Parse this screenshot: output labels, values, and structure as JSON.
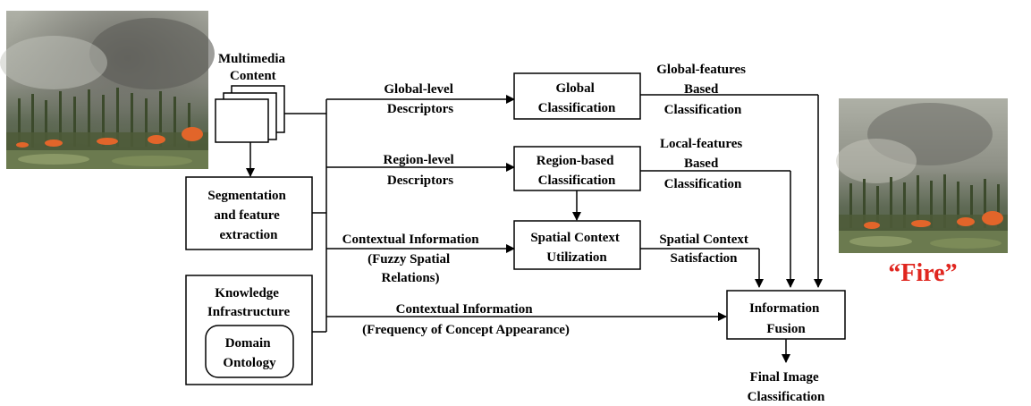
{
  "diagram": {
    "input_label": [
      "Multimedia",
      "Content"
    ],
    "segmentation_box": [
      "Segmentation",
      "and feature",
      "extraction"
    ],
    "knowledge_box": [
      "Knowledge",
      "Infrastructure"
    ],
    "domain_ontology": [
      "Domain",
      "Ontology"
    ],
    "global_descriptors": [
      "Global-level",
      "Descriptors"
    ],
    "region_descriptors": [
      "Region-level",
      "Descriptors"
    ],
    "contextual_fuzzy": [
      "Contextual Information",
      "(Fuzzy Spatial",
      "Relations)"
    ],
    "contextual_frequency": [
      "Contextual Information",
      "(Frequency of Concept Appearance)"
    ],
    "global_classification": [
      "Global",
      "Classification"
    ],
    "region_classification": [
      "Region-based",
      "Classification"
    ],
    "spatial_context": [
      "Spatial Context",
      "Utilization"
    ],
    "information_fusion": [
      "Information",
      "Fusion"
    ],
    "global_output": [
      "Global-features",
      "Based",
      "Classification"
    ],
    "local_output": [
      "Local-features",
      "Based",
      "Classification"
    ],
    "spatial_output": [
      "Spatial Context",
      "Satisfaction"
    ],
    "final_output": [
      "Final Image",
      "Classification"
    ],
    "result_label": "“Fire”"
  },
  "colors": {
    "result": "#e0261f",
    "line": "#000000"
  }
}
